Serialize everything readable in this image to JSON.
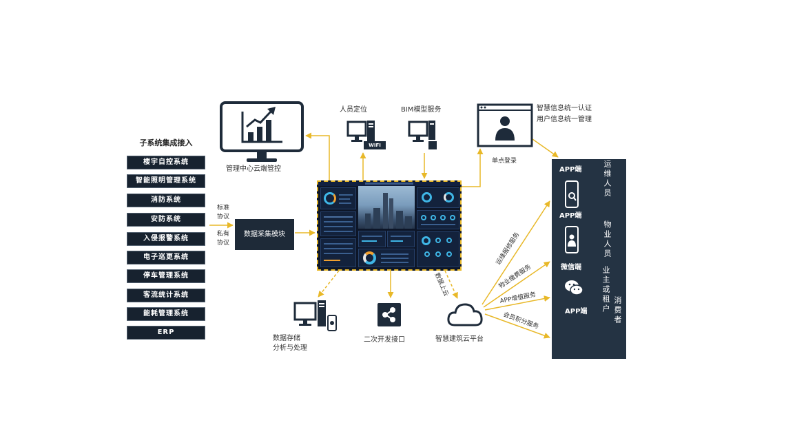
{
  "subsystems": {
    "title": "子系统集成接入",
    "items": [
      "楼宇自控系统",
      "智能照明管理系统",
      "消防系统",
      "安防系统",
      "入侵报警系统",
      "电子巡更系统",
      "停车管理系统",
      "客流统计系统",
      "能耗管理系统",
      "ERP"
    ]
  },
  "protocols": {
    "standard": [
      "标准",
      "协议"
    ],
    "private": [
      "私有",
      "协议"
    ]
  },
  "data_module": "数据采集模块",
  "management": "管理中心云端管控",
  "positioning": {
    "label": "人员定位",
    "badge": "WIFI"
  },
  "bim": "BIM模型服务",
  "auth": {
    "line1": "智慧信息统一认证",
    "line2": "用户信息统一管理",
    "sso": "单点登录"
  },
  "clients": {
    "app1": "APP端",
    "app2": "APP端",
    "wechat": "微信端",
    "app3": "APP端"
  },
  "roles": {
    "ops": "运维人员",
    "property": "物业人员",
    "owner": "业主或租户",
    "consumer": "消费者"
  },
  "services": [
    "运维报修服务",
    "物业缴费服务",
    "APP增值服务",
    "会员积分服务"
  ],
  "cloud": {
    "label": "智慧建筑云平台",
    "upload": "数据上云"
  },
  "storage": [
    "数据存储",
    "分析与处理"
  ],
  "api": "二次开发接口",
  "colors": {
    "accent": "#e8b828",
    "dark": "#1e2b3a",
    "panel": "#243343",
    "screen": "#0d1628"
  },
  "icons": {
    "management": "chart-monitor-icon",
    "positioning": "computer-icon",
    "bim": "computer-icon",
    "auth": "user-browser-icon",
    "cloud": "cloud-icon",
    "api": "share-icon",
    "storage": "computer-phone-icon",
    "app": "phone-icon",
    "wechat": "wechat-icon"
  }
}
